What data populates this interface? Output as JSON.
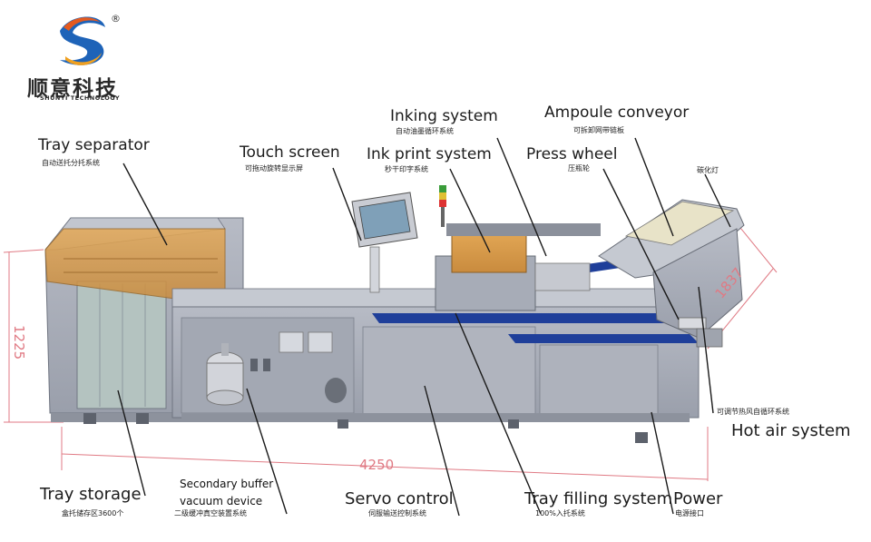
{
  "logo": {
    "name_cn": "顺意科技",
    "name_en": "SHUNYI TECHNOLOGY",
    "registered_mark": "®"
  },
  "dimensions": {
    "height": "1225",
    "length": "4250",
    "depth": "1837"
  },
  "callouts": {
    "tray_separator": {
      "title": "Tray separator",
      "sub": "自动送托分托系统"
    },
    "touch_screen": {
      "title": "Touch screen",
      "sub": "可拖动旋转显示屏"
    },
    "inking_system": {
      "title": "Inking system",
      "sub": "自动油墨循环系统"
    },
    "ink_print_system": {
      "title": "Ink print system",
      "sub": "秒干印字系统"
    },
    "ampoule_conveyor": {
      "title": "Ampoule conveyor",
      "sub": "可拆卸网带链板"
    },
    "press_wheel": {
      "title": "Press wheel",
      "sub": "压瓶轮"
    },
    "carbon_lamp": {
      "sub": "碳化灯"
    },
    "hot_air_system": {
      "title": "Hot air system",
      "sub": "可调节热风自循环系统"
    },
    "tray_storage": {
      "title": "Tray storage",
      "sub": "盒托储存区3600个"
    },
    "secondary_buffer": {
      "line1": "Secondary buffer",
      "line2": "vacuum device",
      "sub": "二级缓冲真空装置系统"
    },
    "servo_control": {
      "title": "Servo control",
      "sub": "伺服输送控制系统"
    },
    "tray_filling": {
      "title": "Tray filling system",
      "sub": "100%入托系统"
    },
    "power": {
      "title": "Power",
      "sub": "电源接口"
    }
  },
  "colors": {
    "machine_body": "#a9adb8",
    "machine_dark": "#7d8290",
    "hood_orange": "#d89a4a",
    "conveyor_blue": "#1f3f9a",
    "dimension_line": "#e07a84",
    "leader_line": "#1a1a1a"
  }
}
